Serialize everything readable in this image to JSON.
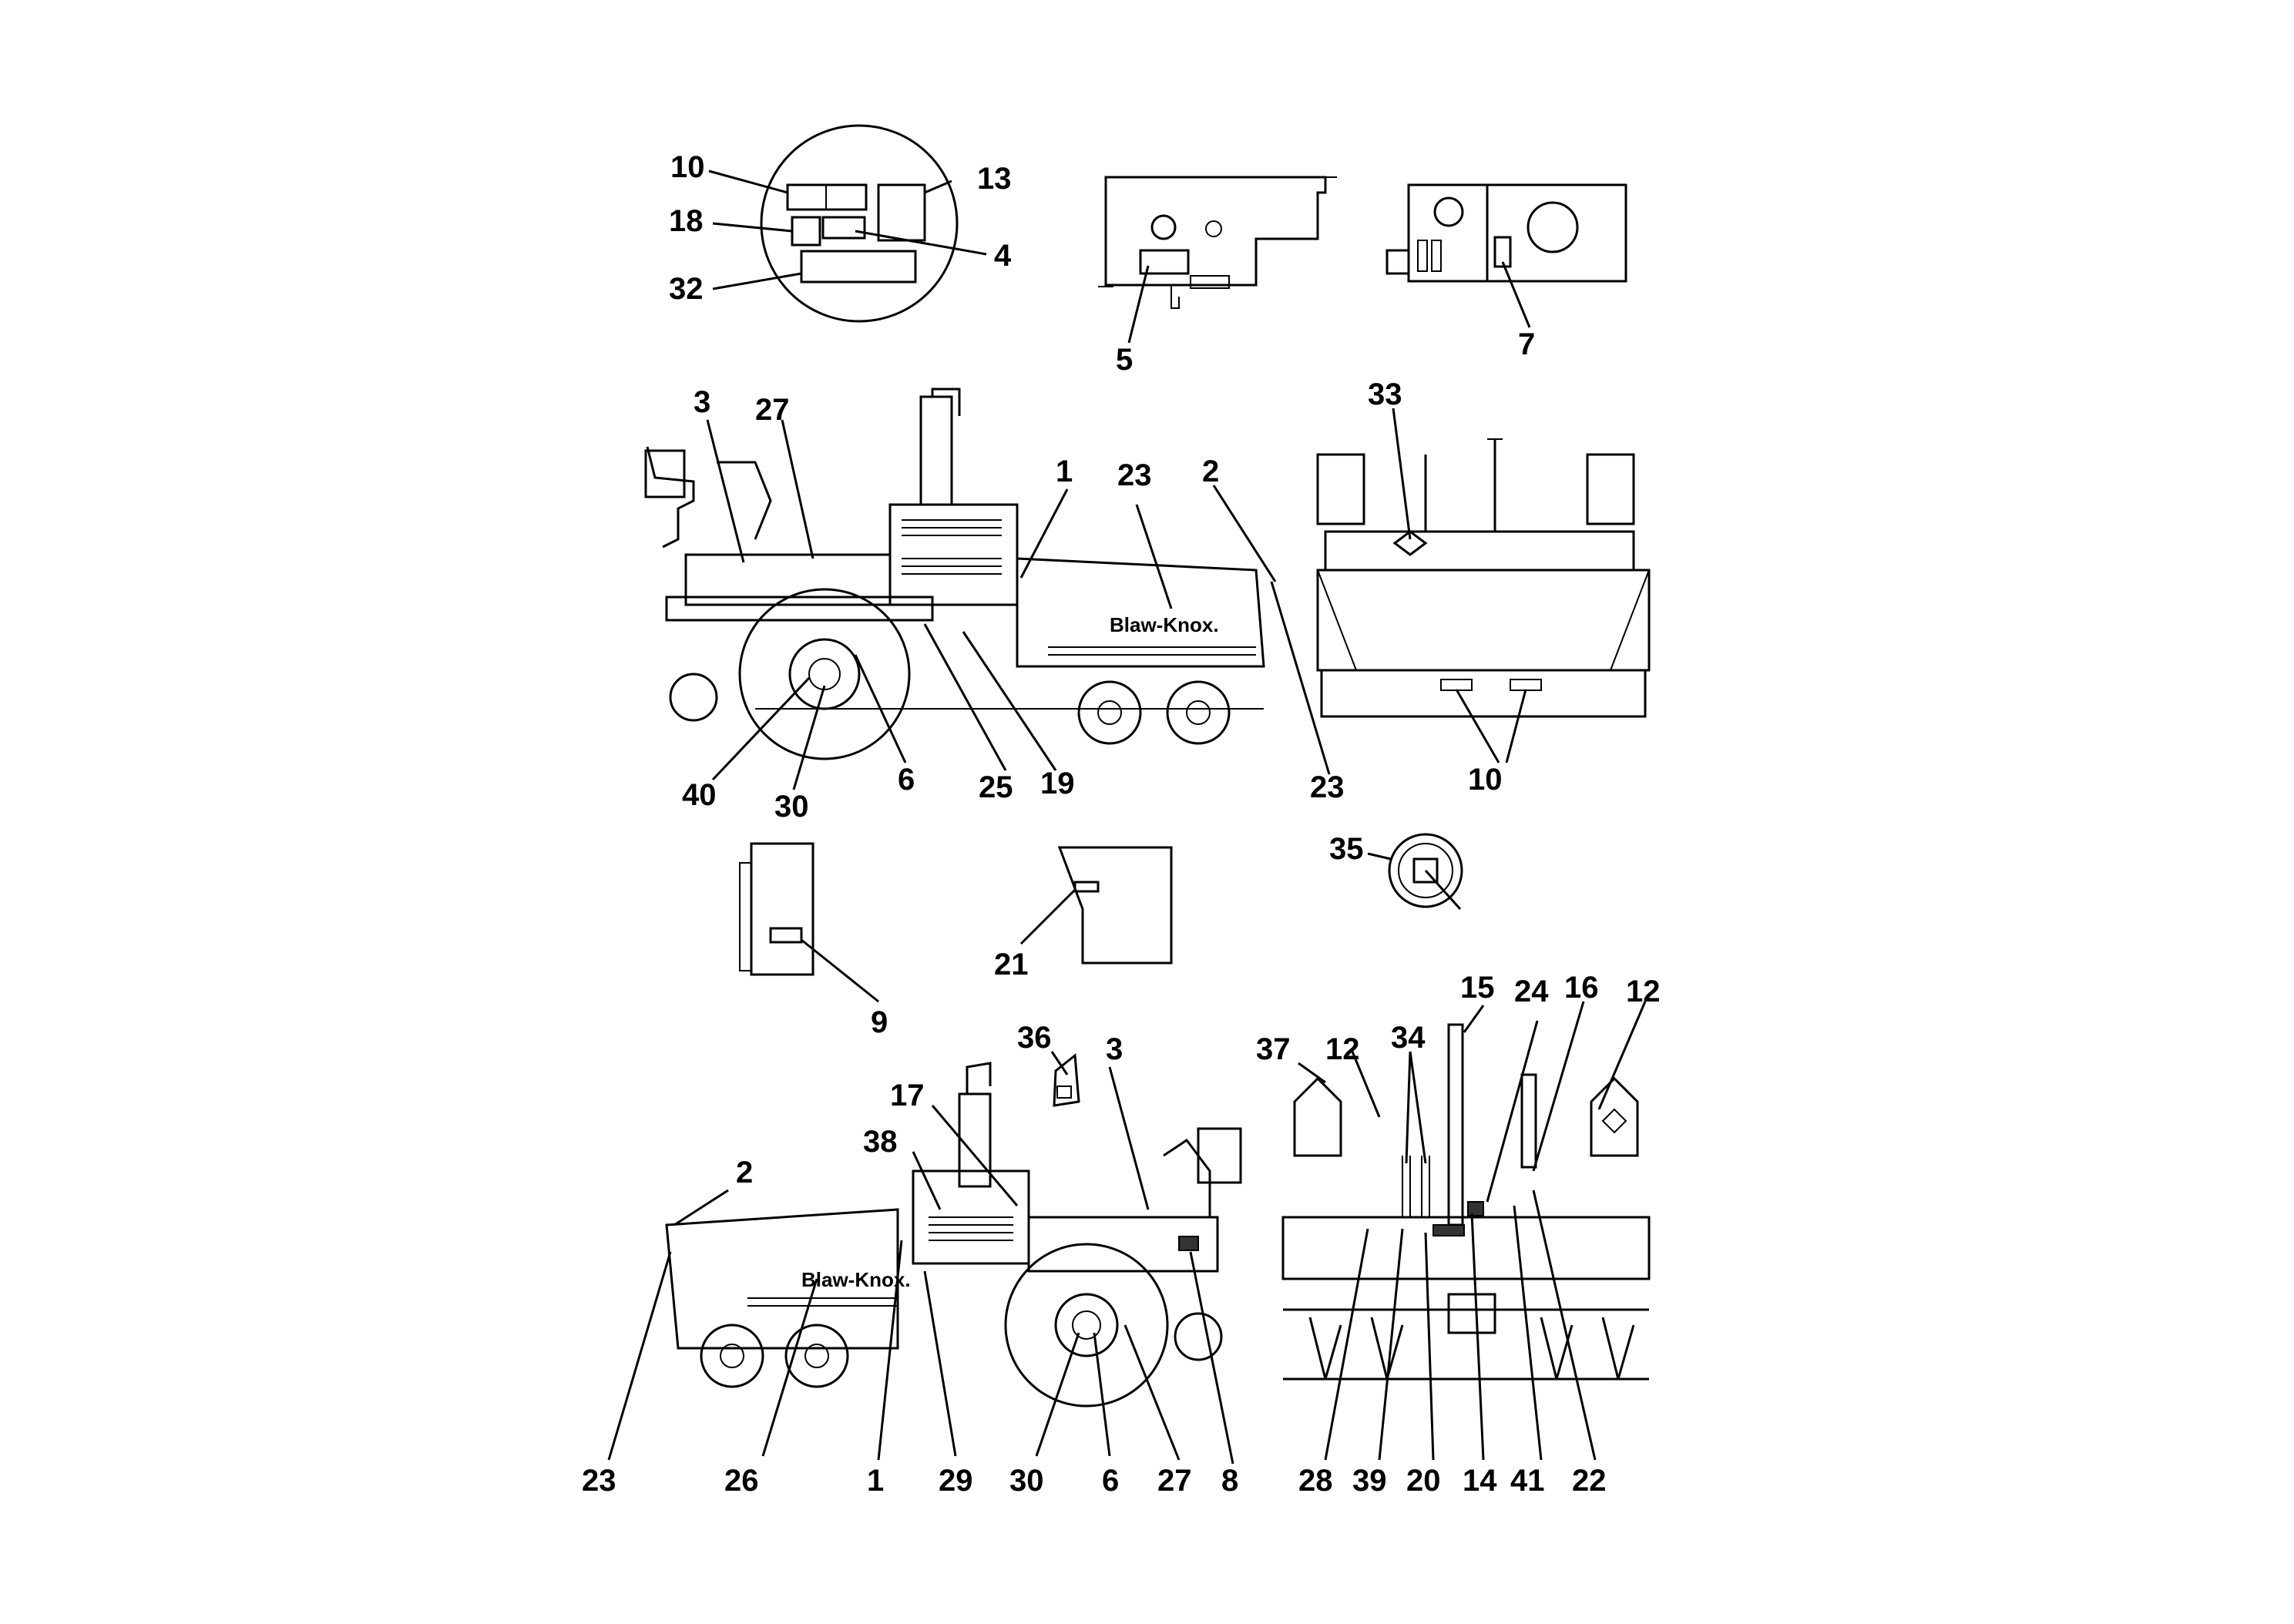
{
  "brand": {
    "logo_text_left": "Blaw-Knox.",
    "logo_text_right": "Blaw-Knox."
  },
  "callouts": {
    "top_circle": [
      "10",
      "13",
      "18",
      "4",
      "32"
    ],
    "top_middle": [
      "5"
    ],
    "top_right": [
      "7"
    ],
    "side_view_upper": [
      "3",
      "27",
      "1",
      "23",
      "2",
      "40",
      "30",
      "6",
      "25",
      "19",
      "23"
    ],
    "rear_view_upper": [
      "33",
      "10"
    ],
    "middle_panels": [
      "9",
      "21",
      "35"
    ],
    "side_view_lower": [
      "36",
      "3",
      "17",
      "38",
      "2",
      "23",
      "26",
      "1",
      "29",
      "30",
      "6",
      "27",
      "8"
    ],
    "front_view_lower": [
      "15",
      "24",
      "16",
      "12",
      "37",
      "12",
      "34",
      "28",
      "39",
      "20",
      "14",
      "41",
      "22"
    ]
  }
}
